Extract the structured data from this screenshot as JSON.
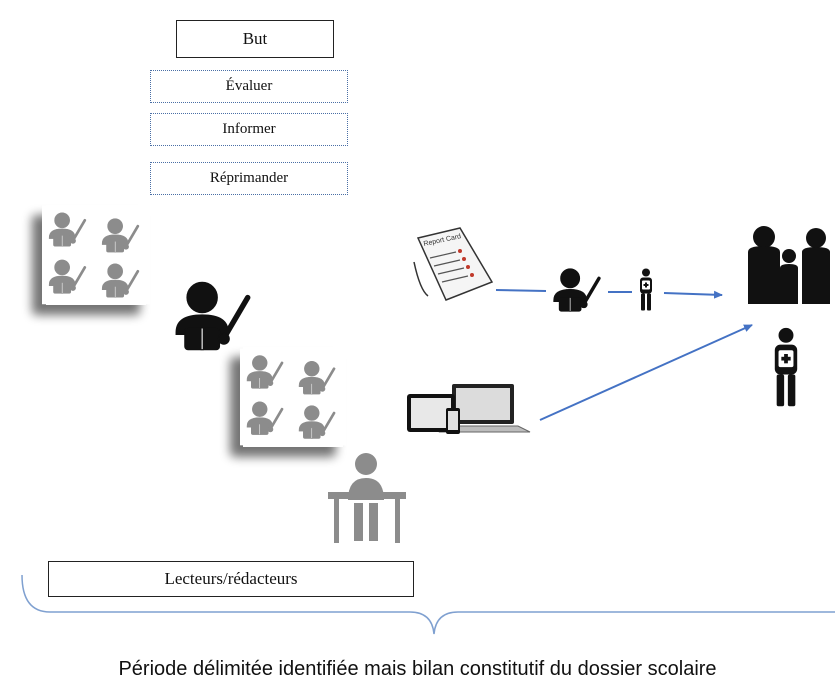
{
  "purpose_box": {
    "label": "But"
  },
  "purpose_options": [
    {
      "label": "Évaluer"
    },
    {
      "label": "Informer"
    },
    {
      "label": "Réprimander"
    }
  ],
  "readers_box": {
    "label": "Lecteurs/rédacteurs"
  },
  "caption": "Période délimitée identifiée mais bilan constitutif du dossier scolaire",
  "report_card_text": "Report Card",
  "colors": {
    "arrow": "#4472c4",
    "brace": "#7fa0d0",
    "icon_dark": "#111111",
    "icon_gray": "#8c8c8c",
    "dotted_border": "#4a6fa5"
  },
  "icons": [
    "class-group-icon",
    "teacher-icon",
    "class-group-icon",
    "desk-worker-icon",
    "report-card-icon",
    "teacher-icon",
    "student-icon",
    "devices-icon",
    "family-icon",
    "student-icon"
  ]
}
